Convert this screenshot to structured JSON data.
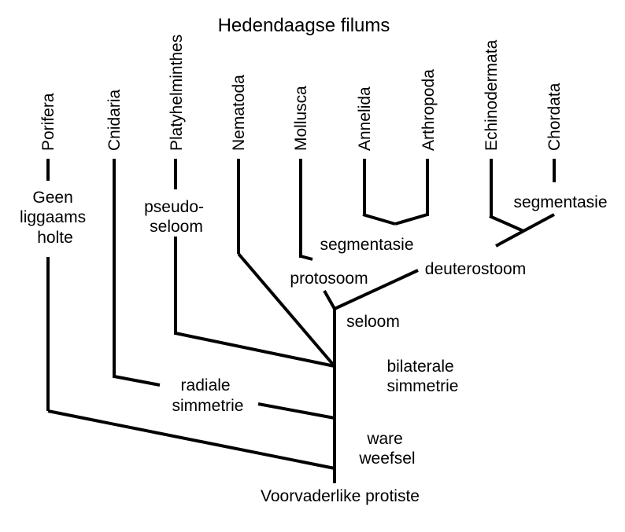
{
  "title": "Hedendaagse filums",
  "phyla": {
    "porifera": "Porifera",
    "cnidaria": "Cnidaria",
    "platyhelminthes": "Platyhelminthes",
    "nematoda": "Nematoda",
    "mollusca": "Mollusca",
    "annelida": "Annelida",
    "arthropoda": "Arthropoda",
    "echinodermata": "Echinodermata",
    "chordata": "Chordata"
  },
  "traits": {
    "no_body_cavity": [
      "Geen",
      "liggaams",
      "holte"
    ],
    "pseudocoelom": [
      "pseudo-",
      "seloom"
    ],
    "segmentation_annelida_arthropoda": "segmentasie",
    "segmentation_chordata": "segmentasie",
    "protostome": "protosoom",
    "deuterostome": "deuterostoom",
    "coelom": "seloom",
    "bilateral_symmetry": [
      "bilaterale",
      "simmetrie"
    ],
    "radial_symmetry": [
      "radiale",
      "simmetrie"
    ],
    "true_tissues": [
      "ware",
      "weefsel"
    ]
  },
  "root": "Voorvaderlike protiste"
}
